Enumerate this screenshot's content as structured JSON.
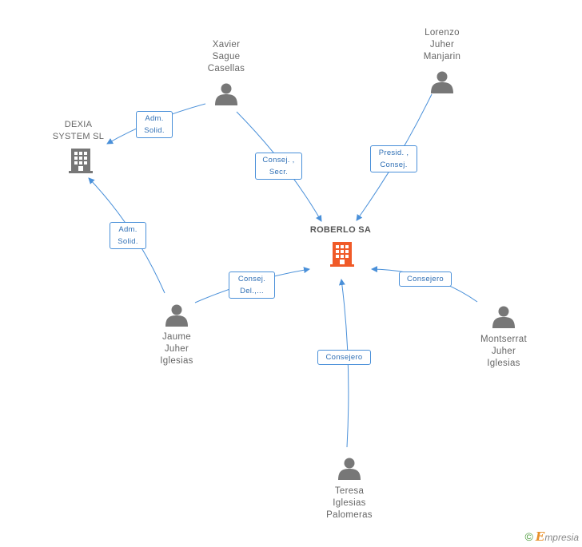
{
  "nodes": {
    "xavier": {
      "label": "Xavier\nSague\nCasellas"
    },
    "lorenzo": {
      "label": "Lorenzo\nJuher\nManjarin"
    },
    "dexia": {
      "label": "DEXIA\nSYSTEM SL"
    },
    "roberlo": {
      "label": "ROBERLO SA"
    },
    "jaume": {
      "label": "Jaume\nJuher\nIglesias"
    },
    "montserrat": {
      "label": "Montserrat\nJuher\nIglesias"
    },
    "teresa": {
      "label": "Teresa\nIglesias\nPalomeras"
    }
  },
  "edges": {
    "xavier_dexia": "Adm.\nSolid.",
    "xavier_roberlo": "Consej. ,\nSecr.",
    "lorenzo_roberlo": "Presid. ,\nConsej.",
    "jaume_dexia": "Adm.\nSolid.",
    "jaume_roberlo": "Consej.\nDel.,...",
    "montserrat_roberlo": "Consejero",
    "teresa_roberlo": "Consejero"
  },
  "colors": {
    "edge": "#4a90d9",
    "person": "#777777",
    "company": "#777777",
    "main_company": "#f05a28"
  },
  "icons": {
    "person": "person-icon",
    "company": "building-icon"
  },
  "footer": {
    "copyright": "©",
    "brand_initial": "E",
    "brand_rest": "mpresia"
  }
}
